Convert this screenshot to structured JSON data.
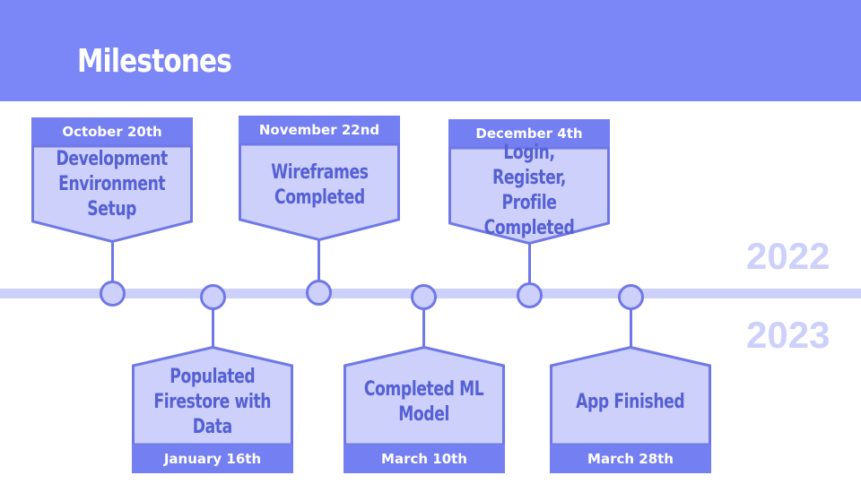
{
  "slide": {
    "title": "Milestones",
    "years": {
      "top": "2022",
      "bottom": "2023"
    }
  },
  "colors": {
    "header": "#7b87f7",
    "date_box": "#747ff2",
    "card_fill": "#cdd0fb",
    "card_outline": "#6f78e6",
    "card_text": "#5560d4",
    "timeline": "#cdd0fb",
    "year_text": "#cdd0fb"
  },
  "milestones_2022": [
    {
      "date": "October 20th",
      "text": "Development\nEnvironment\nSetup"
    },
    {
      "date": "November 22nd",
      "text": "Wireframes\nCompleted"
    },
    {
      "date": "December 4th",
      "text": "Login, Register,\nProfile\nCompleted"
    }
  ],
  "milestones_2023": [
    {
      "date": "January 16th",
      "text": "Populated\nFirestore with\nData"
    },
    {
      "date": "March 10th",
      "text": "Completed ML\nModel"
    },
    {
      "date": "March 28th",
      "text": "App Finished"
    }
  ]
}
